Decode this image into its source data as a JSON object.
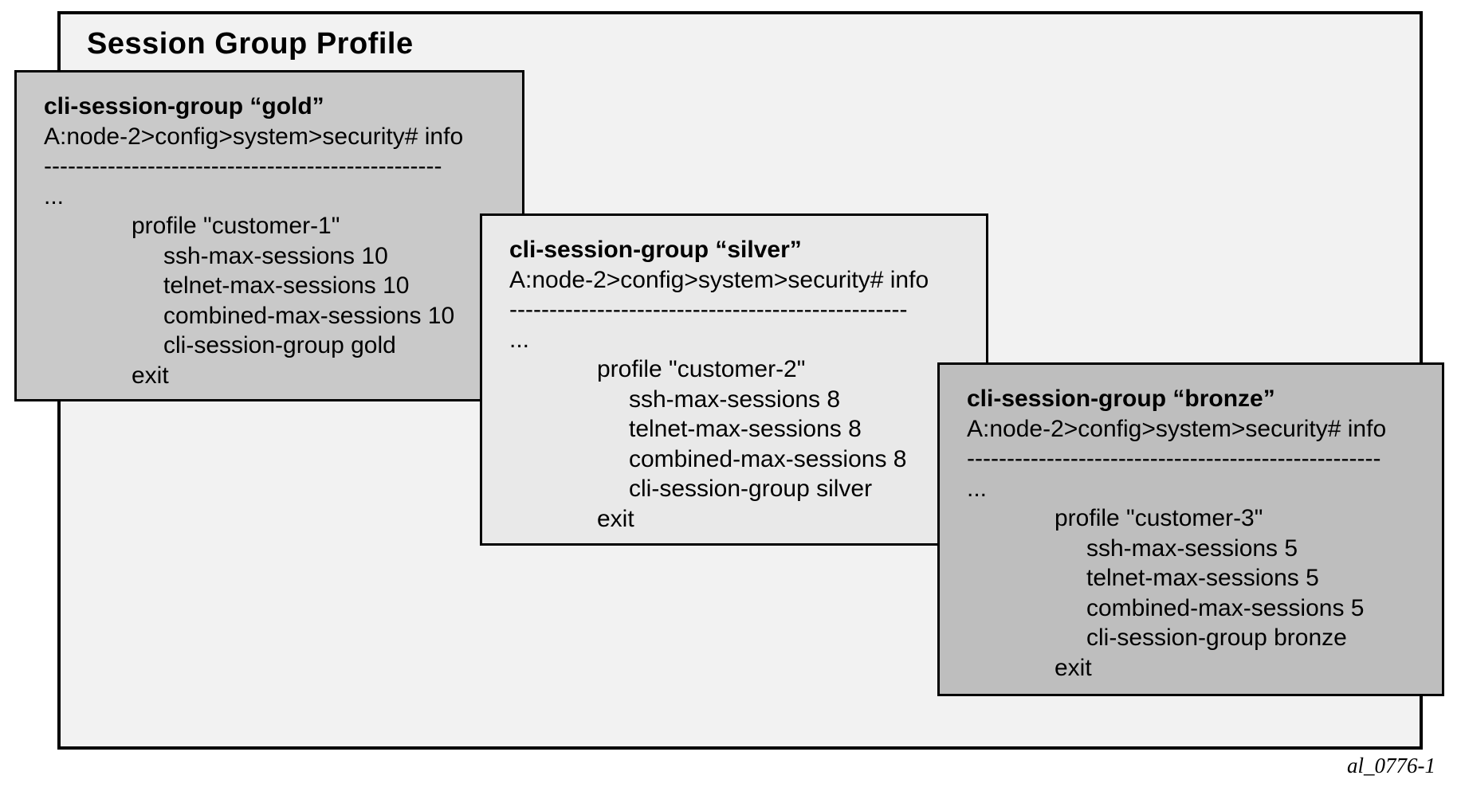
{
  "diagram": {
    "title": "Session Group Profile",
    "caption": "al_0776-1",
    "boxes": [
      {
        "name": "gold",
        "heading": "cli-session-group “gold”",
        "body": [
          "A:node-2>config>system>security# info",
          "--------------------------------------------------",
          "...",
          "profile \"customer-1\"",
          "ssh-max-sessions 10",
          "telnet-max-sessions 10",
          "combined-max-sessions 10",
          "cli-session-group gold",
          "exit"
        ]
      },
      {
        "name": "silver",
        "heading": "cli-session-group “silver”",
        "body": [
          "A:node-2>config>system>security# info",
          "--------------------------------------------------",
          "...",
          "profile \"customer-2\"",
          "ssh-max-sessions 8",
          "telnet-max-sessions 8",
          "combined-max-sessions 8",
          "cli-session-group silver",
          "exit"
        ]
      },
      {
        "name": "bronze",
        "heading": "cli-session-group “bronze”",
        "body": [
          "A:node-2>config>system>security# info",
          "----------------------------------------------------",
          "...",
          "profile \"customer-3\"",
          "ssh-max-sessions 5",
          "telnet-max-sessions 5",
          "combined-max-sessions 5",
          "cli-session-group bronze",
          "exit"
        ]
      }
    ]
  }
}
